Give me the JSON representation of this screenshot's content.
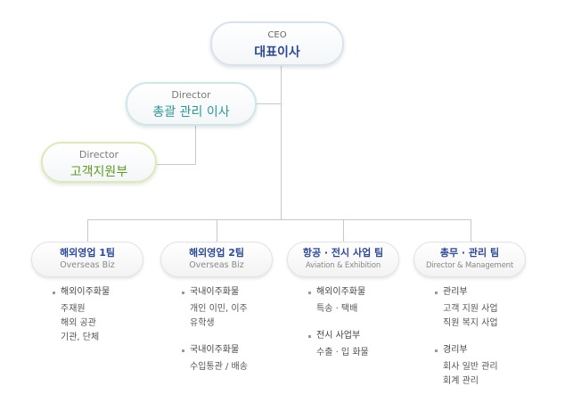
{
  "ceo": {
    "title_en": "CEO",
    "title_ko": "대표이사"
  },
  "general": {
    "title_en": "Director",
    "title_ko": "총괄 관리 이사"
  },
  "customer": {
    "title_en": "Director",
    "title_ko": "고객지원부"
  },
  "teams": [
    {
      "name": "해외영업 1팀",
      "name_en": "Overseas Biz",
      "groups": [
        {
          "heading": "해외이주화물",
          "items": [
            "주재원",
            "해외 공관",
            "기관, 단체"
          ]
        }
      ]
    },
    {
      "name": "해외영업 2팀",
      "name_en": "Overseas Biz",
      "groups": [
        {
          "heading": "국내이주화물",
          "items": [
            "개인 이민, 이주",
            "유학생"
          ]
        },
        {
          "heading": "국내이주화물",
          "items": [
            "수입통관 / 배송"
          ]
        }
      ]
    },
    {
      "name": "항공 · 전시 사업 팀",
      "name_en": "Aviation & Exhibition",
      "groups": [
        {
          "heading": "해외이주화물",
          "items": [
            "특송 · 택배"
          ]
        },
        {
          "heading": "전시 사업부",
          "items": [
            "수출 · 입 화물"
          ]
        }
      ]
    },
    {
      "name": "총무 · 관리 팀",
      "name_en": "Director & Management",
      "groups": [
        {
          "heading": "관리부",
          "items": [
            "고객 지원 사업",
            "직원 복지 사업"
          ]
        },
        {
          "heading": "경리부",
          "items": [
            "회사 일반 관리",
            "회계 관리"
          ]
        }
      ]
    }
  ],
  "colors": {
    "ceo_text": "#2c4a9a",
    "general_text": "#2a9a98",
    "customer_text": "#5f9b22",
    "team_text": "#2c4a9a",
    "line": "#c8c8c8"
  }
}
